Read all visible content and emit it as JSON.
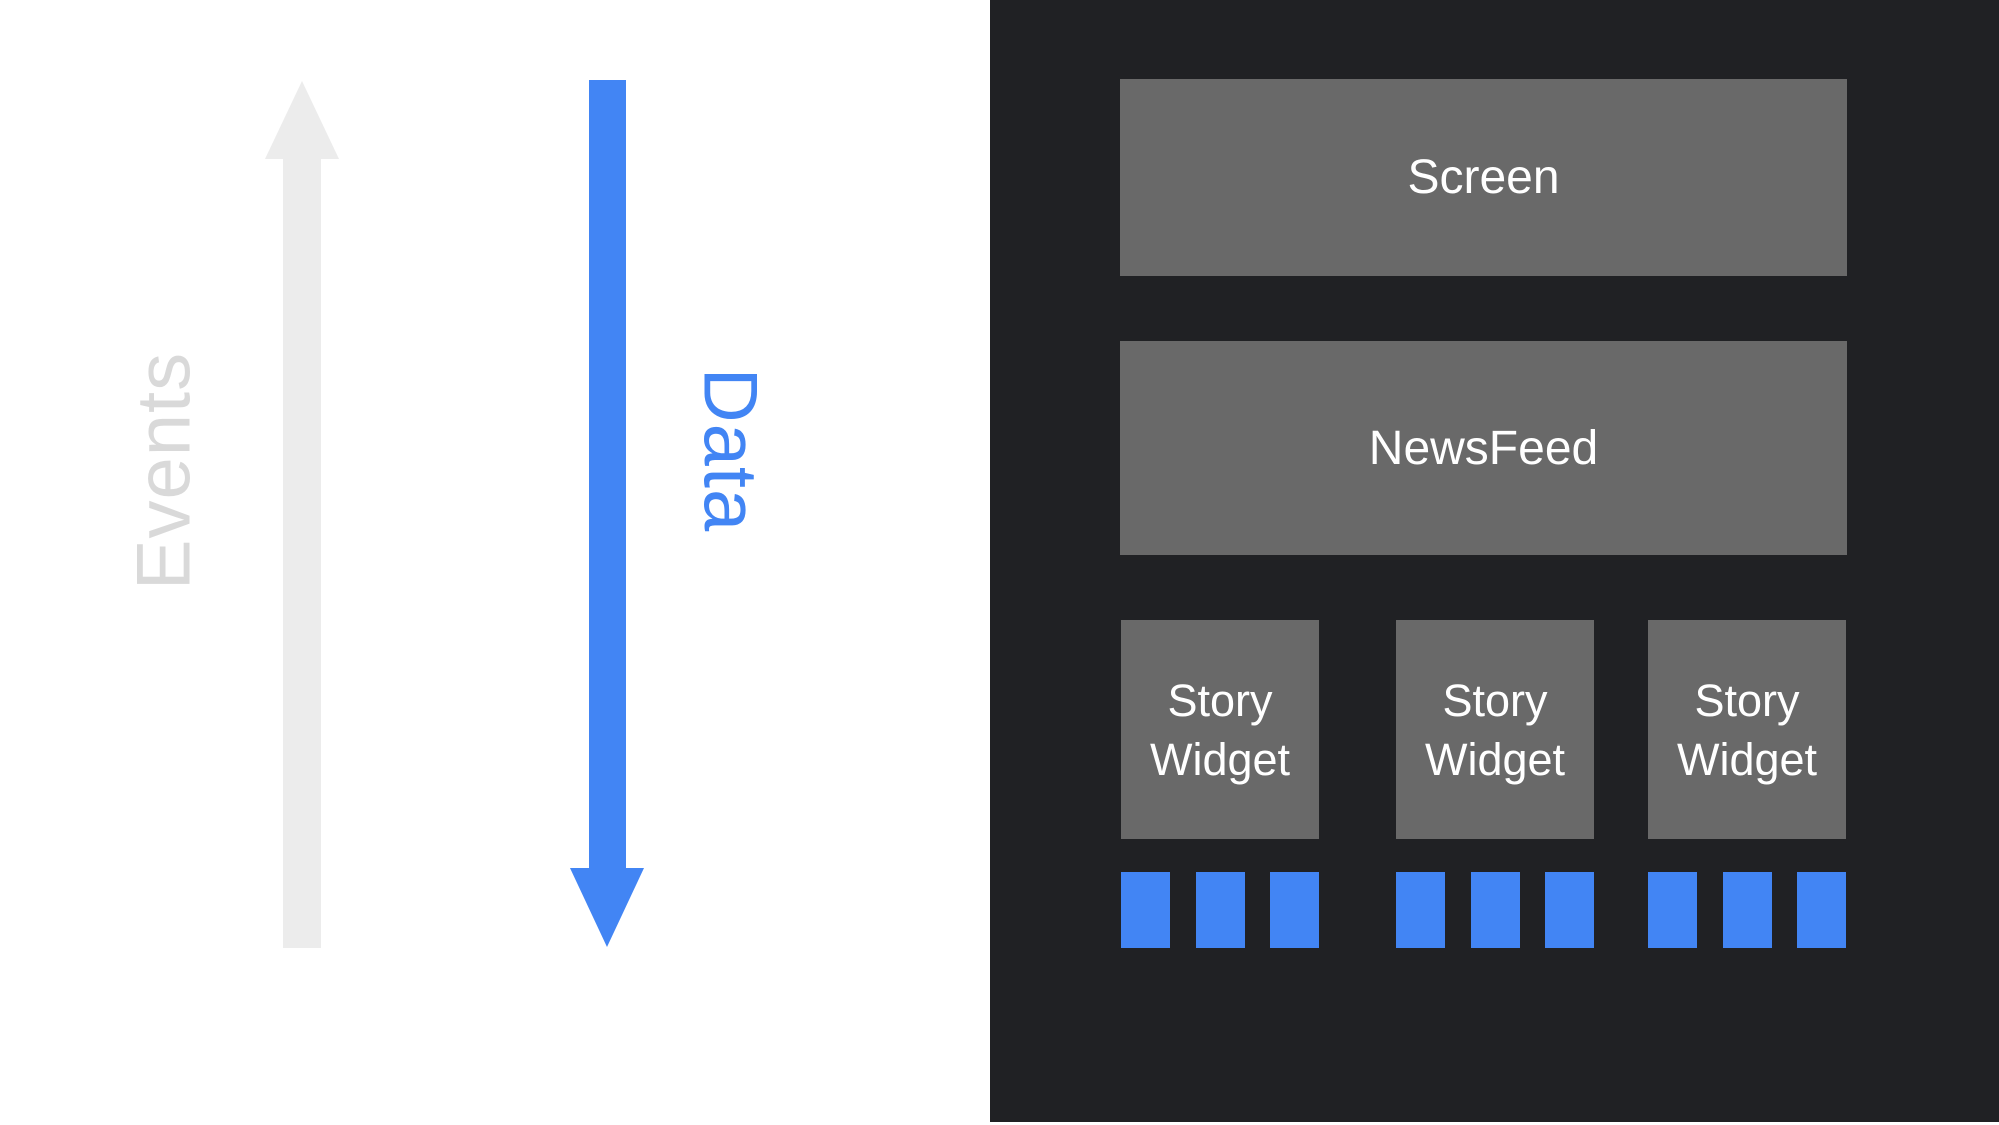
{
  "slide": {
    "left_flow": {
      "events_label": "Events",
      "data_label": "Data",
      "events_direction": "up",
      "data_direction": "down"
    },
    "widget_tree": {
      "screen_label": "Screen",
      "newsfeed_label": "NewsFeed",
      "story_widgets": [
        {
          "line1": "Story",
          "line2": "Widget",
          "data_blocks": 3
        },
        {
          "line1": "Story",
          "line2": "Widget",
          "data_blocks": 3
        },
        {
          "line1": "Story",
          "line2": "Widget",
          "data_blocks": 3
        }
      ]
    },
    "colors": {
      "background": "#ffffff",
      "panel_background": "#202124",
      "box_gray": "#696969",
      "box_text": "#ffffff",
      "accent_blue": "#4285f4",
      "arrow_gray": "#ececec",
      "events_text_gray": "#d9d9d9"
    }
  }
}
